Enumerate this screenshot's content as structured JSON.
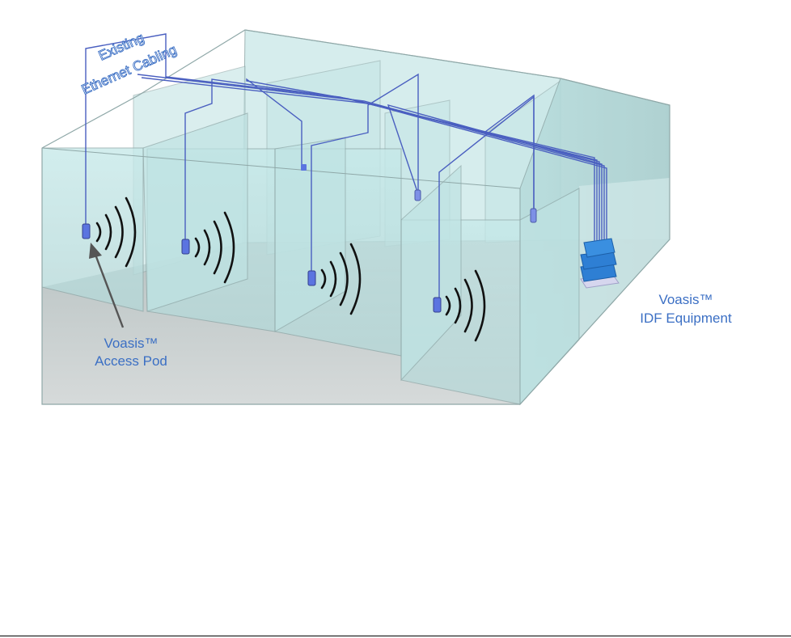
{
  "labels": {
    "cabling_line1": "Existing",
    "cabling_line2": "Ethernet Cabling",
    "pod_line1": "Voasis™",
    "pod_line2": "Access Pod",
    "idf_line1": "Voasis™",
    "idf_line2": "IDF Equipment"
  },
  "colors": {
    "wall": "#bfe3e3",
    "wall_edge": "#8fa8a8",
    "floor": "#c8cccc",
    "cable": "#4a5fc0",
    "device": "#5b74e0",
    "idf_blue": "#2e7fd4",
    "label": "#3b6fc4",
    "arrow": "#555555",
    "signal": "#111111"
  },
  "icons": [
    "access-pod-icon",
    "signal-waves-icon",
    "idf-switch-icon",
    "arrow-icon"
  ]
}
